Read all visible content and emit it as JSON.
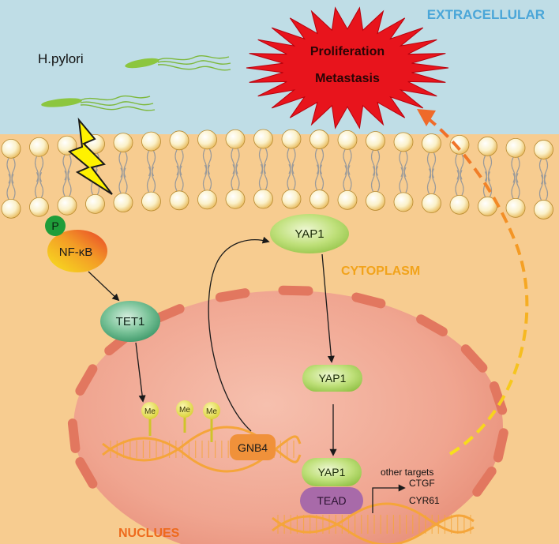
{
  "regions": {
    "extracellular": "EXTRACELLULAR",
    "cytoplasm": "CYTOPLASM",
    "nucleus": "NUCLUES"
  },
  "pathogen": {
    "label": "H.pylori"
  },
  "outcome": {
    "line1": "Proliferation",
    "line2": "Metastasis"
  },
  "nodes": {
    "phospho": "P",
    "nfkb": "NF-κB",
    "tet1": "TET1",
    "yap1_top": "YAP1",
    "yap1_mid": "YAP1",
    "yap1_low": "YAP1",
    "tead": "TEAD",
    "gnb4": "GNB4"
  },
  "methyl": {
    "label": "Me",
    "count": 3
  },
  "targets": {
    "header": "other targets",
    "items": [
      "CTGF",
      "CYR61"
    ]
  },
  "colors": {
    "extracellular_bg": "#bfdde6",
    "cytoplasm_bg": "#f7cc90",
    "nucleus_fill": "#ee9c88",
    "nuclear_pore": "#e2775f",
    "region_label_extracellular": "#4aa6d8",
    "region_label_cytoplasm": "#f2a31b",
    "region_label_nucleus": "#ee6a1d",
    "outcome_burst": "#e8141c",
    "outcome_text": "#2a0505",
    "bacteria": "#8cc63f",
    "lightning": "#fff200",
    "yap_green": "#a8d159",
    "tet_green": "#4fae7c",
    "gnb4_orange": "#f0913a",
    "tead_purple": "#a86aa9",
    "dna": "#f5a53a",
    "methyl_yellow": "#eee94a"
  }
}
